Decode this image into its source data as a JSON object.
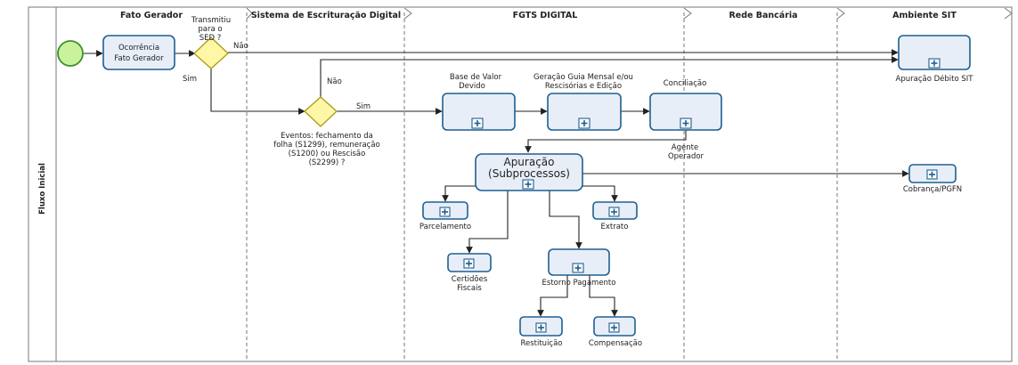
{
  "pool": {
    "title": "Fluxo Inicial"
  },
  "lanes": [
    {
      "id": "fato",
      "title": "Fato Gerador"
    },
    {
      "id": "sed",
      "title": "Sistema de Escrituração Digital"
    },
    {
      "id": "fgts",
      "title": "FGTS DIGITAL"
    },
    {
      "id": "rede",
      "title": "Rede Bancária"
    },
    {
      "id": "sit",
      "title": "Ambiente SIT"
    }
  ],
  "tasks": {
    "ocorrencia": {
      "line1": "Ocorrência",
      "line2": "Fato Gerador"
    },
    "base_valor": {
      "line1": "Base de Valor",
      "line2": "Devido"
    },
    "geracao_guia": {
      "line1": "Geração Guia Mensal e/ou",
      "line2": "Rescisórias e Edição"
    },
    "conciliacao": {
      "label": "Conciliação"
    },
    "agente": {
      "line1": "Agente",
      "line2": "Operador"
    },
    "apuracao": {
      "line1": "Apuração",
      "line2": "(Subprocessos)"
    },
    "apuracao_debito": {
      "label": "Apuração Débito SIT"
    },
    "cobranca": {
      "label": "Cobrança/PGFN"
    },
    "parcelamento": {
      "label": "Parcelamento"
    },
    "extrato": {
      "label": "Extrato"
    },
    "certidoes": {
      "line1": "Certidões",
      "line2": "Fiscais"
    },
    "estorno": {
      "label": "Estorno Pagamento"
    },
    "restituicao": {
      "label": "Restituição"
    },
    "compensacao": {
      "label": "Compensação"
    }
  },
  "gateways": {
    "transmitiu": {
      "line1": "Transmitiu",
      "line2": "para o",
      "line3": "SED ?",
      "no": "Não",
      "yes": "Sim"
    },
    "eventos": {
      "line1": "Eventos: fechamento da",
      "line2": "folha (S1299), remuneração",
      "line3": "(S1200) ou Rescisão",
      "line4": "(S2299) ?",
      "no": "Não",
      "yes": "Sim"
    }
  }
}
